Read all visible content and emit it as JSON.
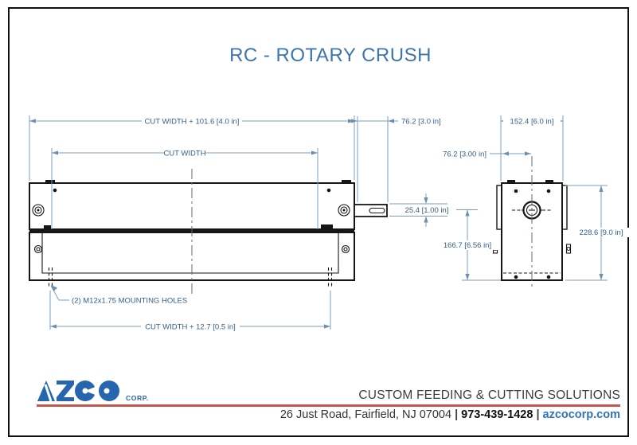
{
  "title": "RC - ROTARY CRUSH",
  "drawing": {
    "dims": {
      "overall_width": "CUT WIDTH + 101.6 [4.0 in]",
      "cut_width": "CUT WIDTH",
      "shaft_length": "76.2 [3.0 in]",
      "side_overall_width": "152.4 [6.0 in]",
      "shaft_center_offset": "76.2 [3.00 in]",
      "shaft_diameter": "25.4 [1.00 in]",
      "center_to_base": "166.7 [6.56 in]",
      "overall_height": "228.6 [9.0 in]",
      "mounting_width": "CUT WIDTH + 12.7 [0.5 in]",
      "mounting_holes_note": "(2) M12x1.75 MOUNTING HOLES"
    }
  },
  "footer": {
    "logo": "AZCO",
    "logo_suffix": "CORP.",
    "tagline": "CUSTOM FEEDING & CUTTING SOLUTIONS",
    "address": "26 Just Road, Fairfield, NJ 07004",
    "phone": "973-439-1428",
    "website": "azcocorp.com",
    "separator": "|"
  },
  "colors": {
    "title_blue": "#3d76af",
    "logo_blue": "#2766ae",
    "accent_red": "#c1584f",
    "dimension_blue": "#34608d",
    "drawing_black": "#161616"
  }
}
